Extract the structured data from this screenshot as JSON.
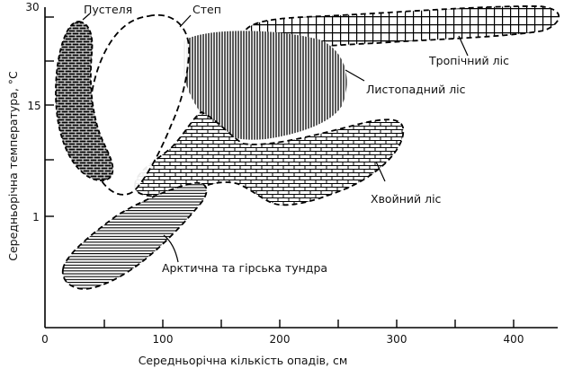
{
  "axes": {
    "x_title": "Середньорічна кількість опадів, см",
    "y_title": "Середньорічна температура, °C",
    "x_ticks": [
      "0",
      "100",
      "200",
      "300",
      "400"
    ],
    "y_ticks": [
      "1",
      "15",
      "30"
    ]
  },
  "regions": {
    "desert": "Пустеля",
    "steppe": "Степ",
    "tropical": "Тропічний ліс",
    "deciduous": "Листопадний ліс",
    "coniferous": "Хвойний ліс",
    "tundra": "Арктична та гірська тундра"
  }
}
